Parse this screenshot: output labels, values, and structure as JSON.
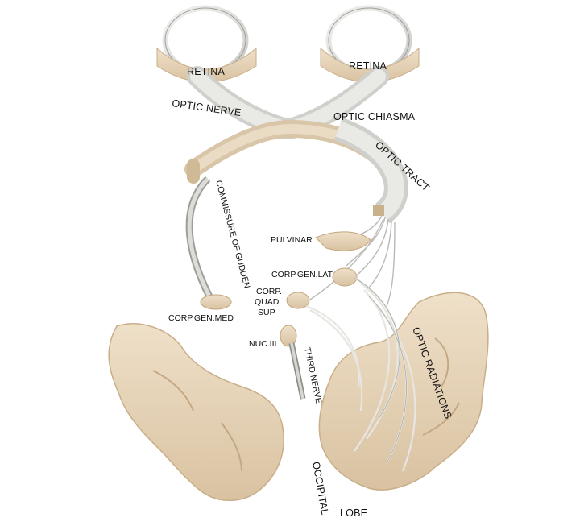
{
  "labels": {
    "retina_left": "RETINA",
    "retina_right": "RETINA",
    "optic_nerve": "OPTIC NERVE",
    "optic_chiasma": "OPTIC CHIASMA",
    "optic_tract": "OPTIC TRACT",
    "commissure": "COMMISSURE OF GUDDEN",
    "pulvinar": "PULVINAR",
    "corp_gen_lat": "CORP.GEN.LAT",
    "corp_quad_1": "CORP.",
    "corp_quad_2": "QUAD.",
    "corp_quad_3": "SUP",
    "corp_gen_med": "CORP.GEN.MED",
    "nuc_iii": "NUC.III",
    "third_nerve": "THIRD NERVE",
    "optic_radiations": "OPTIC RADIATIONS",
    "occipital": "OCCIPITAL",
    "lobe": "LOBE"
  },
  "colors": {
    "tissue": "#e6d3b8",
    "tissue_shadow": "#cdb493",
    "fiber": "#dcdcd8",
    "fiber_edge": "#a8a8a4",
    "ring": "#d8d8d6"
  }
}
